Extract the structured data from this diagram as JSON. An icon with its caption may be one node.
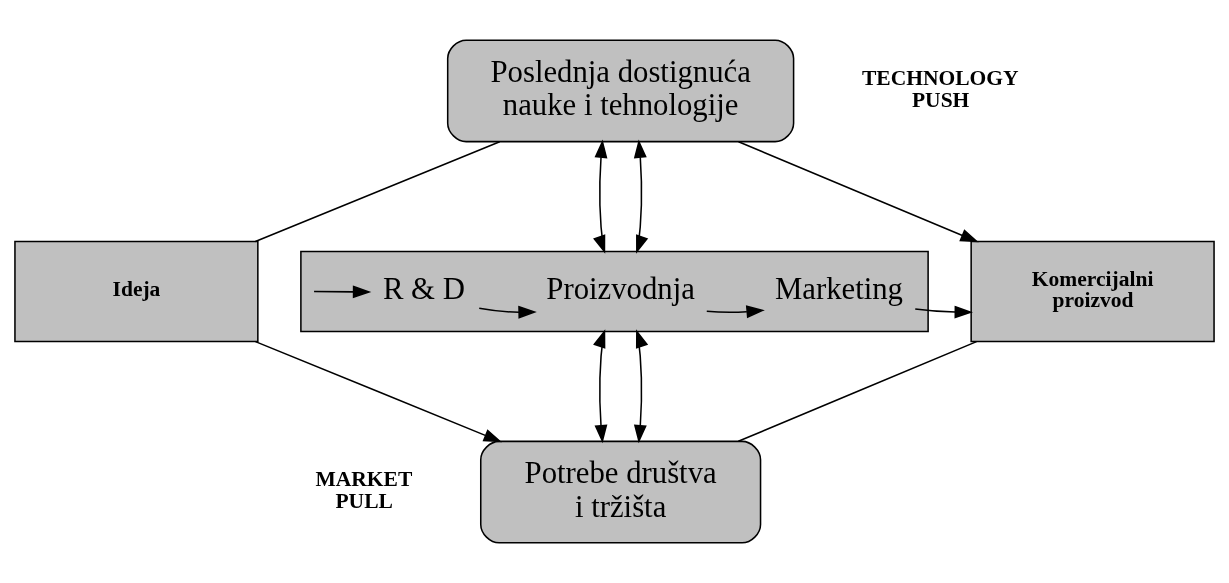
{
  "diagram": {
    "nodes": [
      {
        "text": [
          "Poslednja dostignuća nauke i tehnologije"
        ]
      },
      {
        "text": [
          "Ideja"
        ]
      },
      {
        "text": [],
        "shape": "box"
      },
      {
        "text": [
          "R & D"
        ],
        "in": 2
      },
      {
        "text": [
          "Proizvodnja"
        ],
        "in": 2
      },
      {
        "text": [
          "Marketing"
        ],
        "in": 2
      },
      {
        "text": [
          "Komercijalni proizvod"
        ]
      },
      {
        "text": [
          "Potrebe društva i tržišta"
        ]
      }
    ],
    "edges": [
      {
        "from": 0,
        "to": 1,
        "arrow": "none"
      },
      {
        "from": 0,
        "to": 6,
        "arrow": "to"
      },
      {
        "from": 0,
        "to": 2,
        "arrow": "both"
      },
      {
        "from": 0,
        "to": 2,
        "arrow": "both"
      },
      {
        "from": null,
        "to": 3,
        "arrow": "to"
      },
      {
        "from": 3,
        "to": 4,
        "arrow": "to"
      },
      {
        "from": 4,
        "to": 5,
        "arrow": "to"
      },
      {
        "from": 5,
        "to": 6,
        "arrow": "to"
      },
      {
        "from": 2,
        "to": 7,
        "arrow": "both"
      },
      {
        "from": 2,
        "to": 7,
        "arrow": "both"
      },
      {
        "from": 1,
        "to": 7,
        "arrow": "to"
      },
      {
        "from": 7,
        "to": 6,
        "arrow": "none"
      }
    ],
    "labels": [
      "TECHNOLOGY PUSH",
      "MARKET PULL"
    ]
  }
}
